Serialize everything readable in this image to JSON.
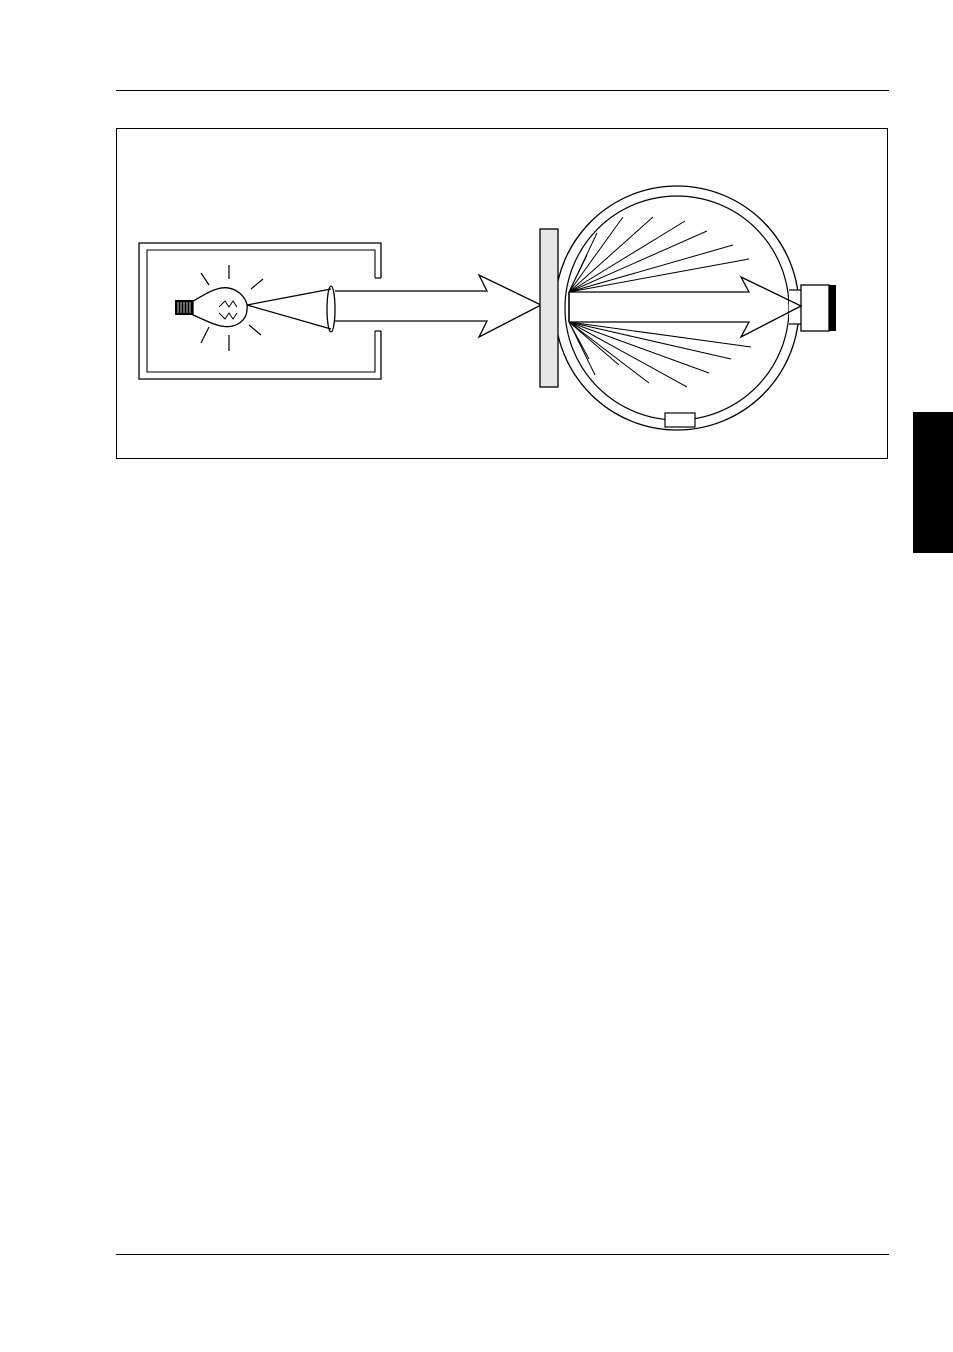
{
  "colors": {
    "ink": "#000000",
    "paper": "#ffffff",
    "sample_fill": "#e6e6e6",
    "detector_fill": "#000000",
    "thumb_tab": "#000000"
  },
  "figure": {
    "components": [
      "lamp-housing",
      "light-bulb",
      "condenser-lens",
      "light-beam-arrow",
      "sample-plate",
      "integrating-sphere",
      "scattered-light-rays",
      "detector"
    ]
  }
}
